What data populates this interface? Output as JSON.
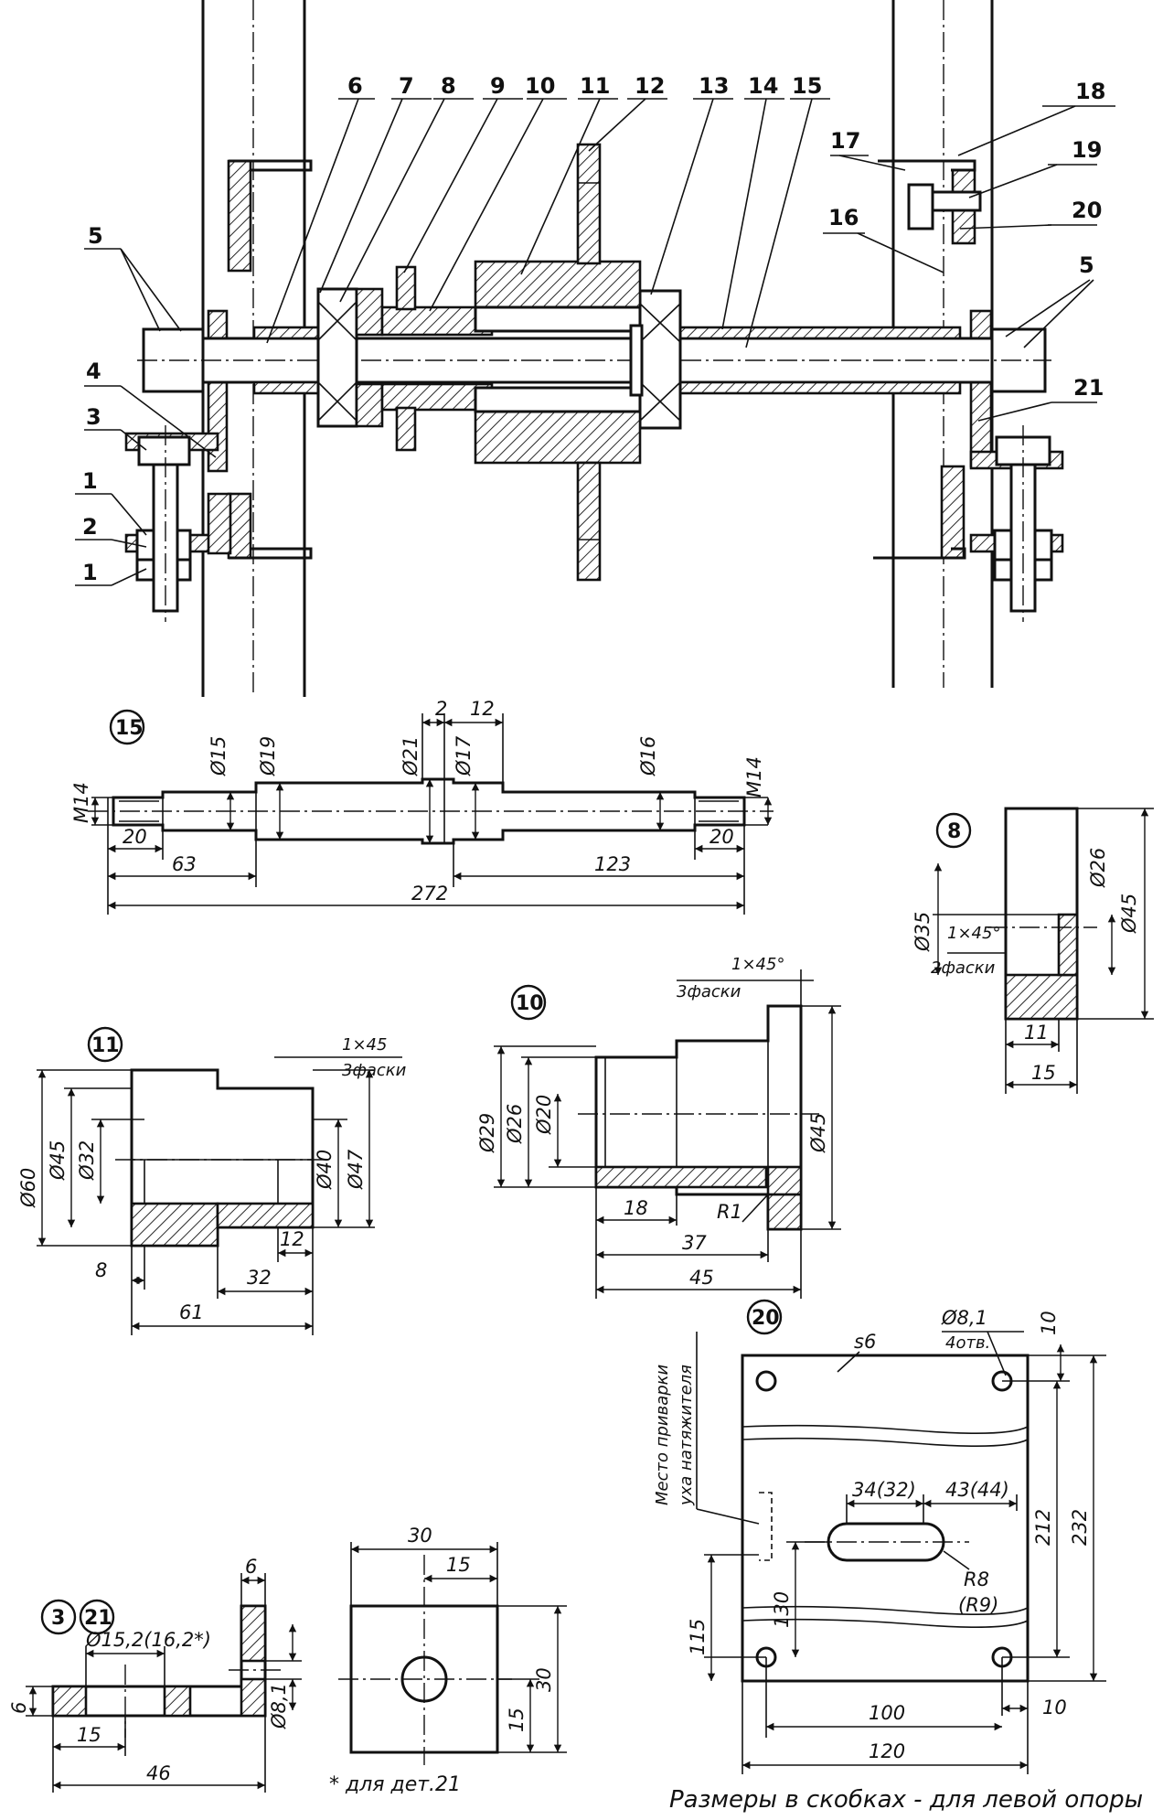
{
  "assembly": {
    "positions": [
      "1",
      "2",
      "3",
      "4",
      "5",
      "6",
      "7",
      "8",
      "9",
      "10",
      "11",
      "12",
      "13",
      "14",
      "15",
      "16",
      "17",
      "18",
      "19",
      "20",
      "21"
    ]
  },
  "shaft_15": {
    "id": "15",
    "thread_left": "M14",
    "thread_right": "M14",
    "d1": "Ø15",
    "d2": "Ø19",
    "d3": "Ø21",
    "d4": "Ø17",
    "d5": "Ø16",
    "l_thread_left": "20",
    "l_63": "63",
    "l_272": "272",
    "l_2": "2",
    "l_12": "12",
    "l_123": "123",
    "l_thread_right": "20"
  },
  "part_8": {
    "id": "8",
    "d_outer": "Ø45",
    "d_inner": "Ø26",
    "d_bore": "Ø35",
    "chamfer": "1×45°",
    "chamfer_count": "2фаски",
    "l_11": "11",
    "l_15": "15"
  },
  "part_10": {
    "id": "10",
    "chamfer": "1×45°",
    "chamfer_count": "3фаски",
    "d29": "Ø29",
    "d26": "Ø26",
    "d20": "Ø20",
    "d45": "Ø45",
    "l18": "18",
    "l37": "37",
    "l45": "45",
    "radius": "R1"
  },
  "part_11": {
    "id": "11",
    "chamfer": "1×45",
    "chamfer_count": "3фаски",
    "d60": "Ø60",
    "d45": "Ø45",
    "d32": "Ø32",
    "d40": "Ø40",
    "d47": "Ø47",
    "l8": "8",
    "l12": "12",
    "l32": "32",
    "l61": "61"
  },
  "part_20": {
    "id": "20",
    "thickness": "s6",
    "hole": "Ø8,1",
    "hole_count": "4отв.",
    "l10_top": "10",
    "l34": "34(32)",
    "l43": "43(44)",
    "radius": "R8",
    "radius_alt": "(R9)",
    "l232": "232",
    "l212": "212",
    "l130": "130",
    "l115": "115",
    "l100": "100",
    "l120": "120",
    "l10_right": "10",
    "weld_note_1": "Место приварки",
    "weld_note_2": "уха натяжителя"
  },
  "part_3_21": {
    "id_a": "3",
    "id_b": "21",
    "hole": "Ø15,2(16,2*)",
    "hole_small": "Ø8,1",
    "l6_top": "6",
    "l6_left": "6",
    "l15": "15",
    "l46": "46"
  },
  "plate_view": {
    "w30": "30",
    "w15": "15",
    "h30": "30",
    "h15": "15"
  },
  "footnotes": {
    "asterisk": "* для дет.21",
    "bracket_note": "Размеры в скобках - для левой опоры"
  }
}
